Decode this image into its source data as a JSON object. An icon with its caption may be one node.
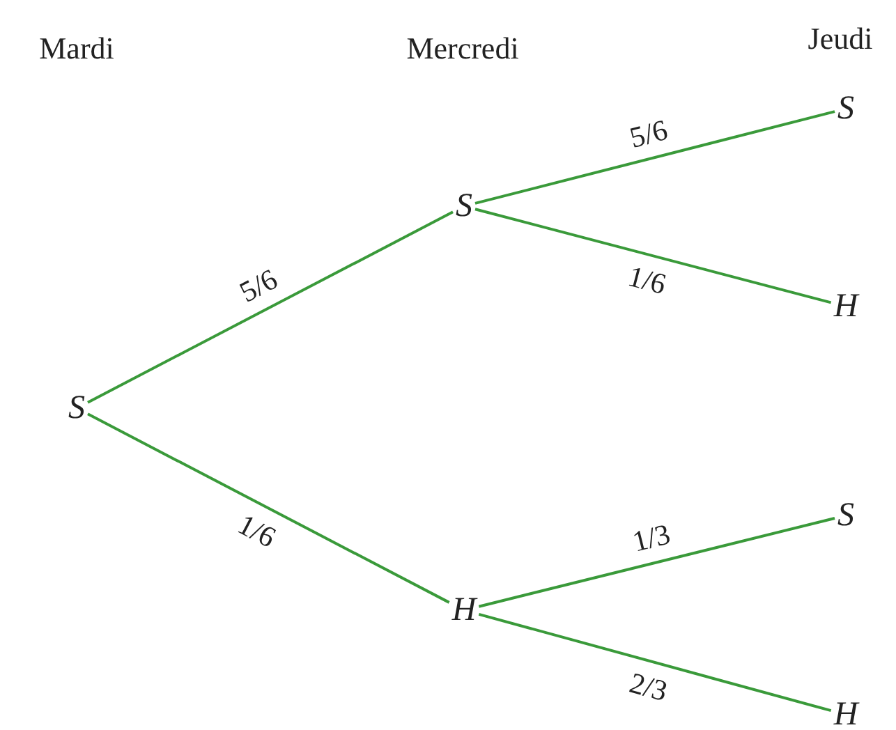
{
  "diagram": {
    "nodes": [
      {
        "text": [
          "S"
        ]
      },
      {
        "text": [
          "S"
        ]
      },
      {
        "text": [
          "H"
        ]
      },
      {
        "text": [
          "S"
        ]
      },
      {
        "text": [
          "H"
        ]
      },
      {
        "text": [
          "S"
        ]
      },
      {
        "text": [
          "H"
        ]
      }
    ],
    "edges": [
      {
        "from": 0,
        "to": 1,
        "arrow": "none",
        "label": "5/6"
      },
      {
        "from": 0,
        "to": 2,
        "arrow": "none",
        "label": "1/6"
      },
      {
        "from": 1,
        "to": 3,
        "arrow": "none",
        "label": "5/6"
      },
      {
        "from": 1,
        "to": 4,
        "arrow": "none",
        "label": "1/6"
      },
      {
        "from": 2,
        "to": 5,
        "arrow": "none",
        "label": "1/3"
      },
      {
        "from": 2,
        "to": 6,
        "arrow": "none",
        "label": "2/3"
      }
    ],
    "labels": [
      "Mardi",
      "Mercredi",
      "Jeudi"
    ]
  }
}
